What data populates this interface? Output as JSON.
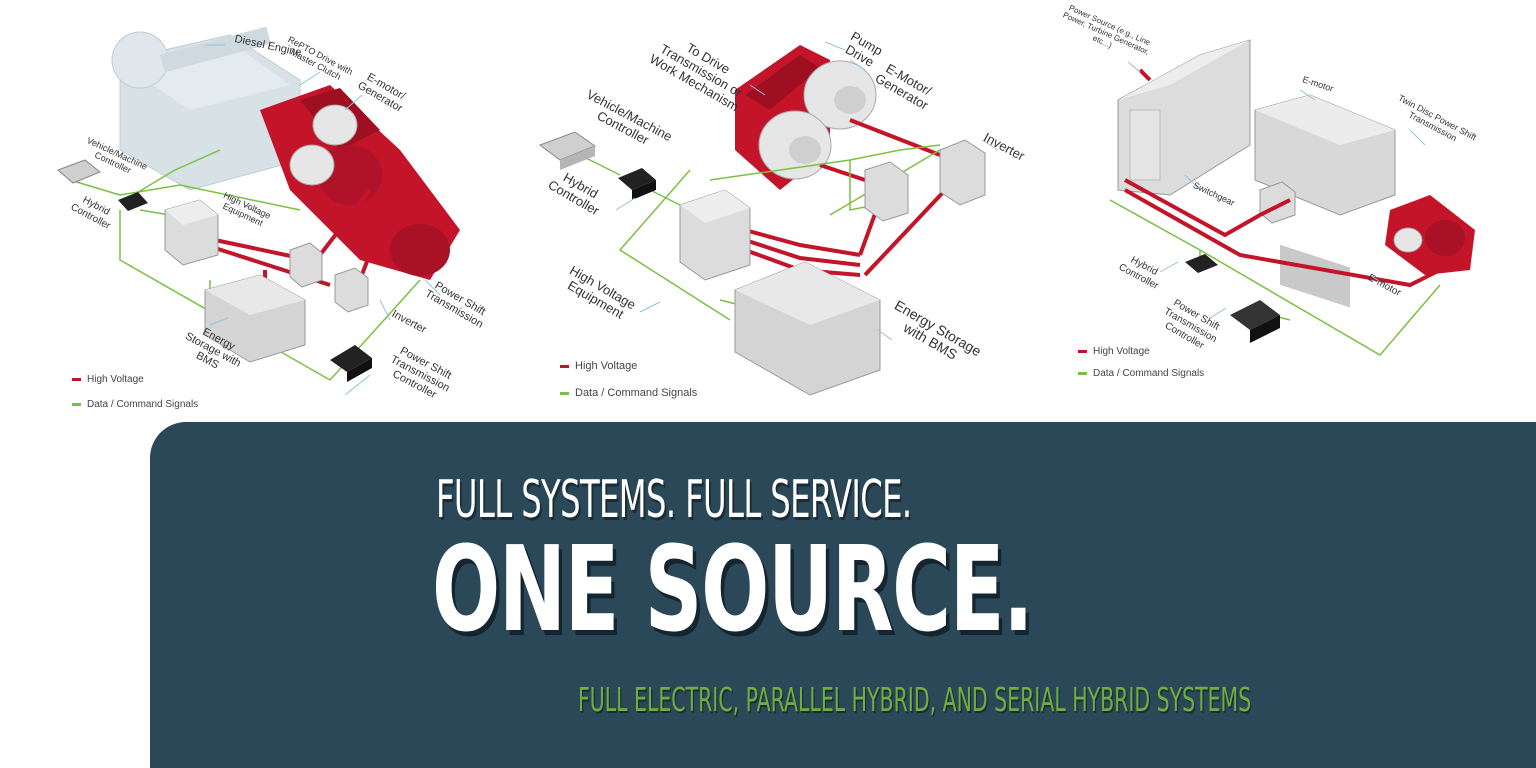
{
  "diagrams": [
    {
      "id": "full-electric-hybrid",
      "labels": {
        "diesel_engine": "Diesel Engine",
        "repto_drive": "RePTO Drive with Master Clutch",
        "emotor_generator": "E-motor/ Generator",
        "vehicle_controller": "Vehicle/Machine Controller",
        "hybrid_controller": "Hybrid Controller",
        "high_voltage_equipment": "High Voltage Equipment",
        "energy_storage": "Energy Storage with BMS",
        "inverter": "Inverter",
        "power_shift_transmission": "Power Shift Transmission",
        "pst_controller": "Power Shift Transmission Controller"
      },
      "legend": {
        "high_voltage": "High Voltage",
        "data_signals": "Data / Command Signals"
      }
    },
    {
      "id": "parallel-hybrid",
      "labels": {
        "to_drive": "To Drive Transmission or Work Mechanism",
        "pump_drive": "Pump Drive",
        "emotor_generator": "E-Motor/ Generator",
        "vehicle_controller": "Vehicle/Machine Controller",
        "hybrid_controller": "Hybrid Controller",
        "inverter": "Inverter",
        "high_voltage_equipment": "High Voltage Equipment",
        "energy_storage": "Energy Storage with BMS"
      },
      "legend": {
        "high_voltage": "High Voltage",
        "data_signals": "Data / Command Signals"
      }
    },
    {
      "id": "serial-hybrid",
      "labels": {
        "power_source": "Power Source (e.g., Line Power, Turbine Generator, etc...)",
        "emotor_top": "E-motor",
        "twin_disc": "Twin Disc Power Shift Transmission",
        "switchgear": "Switchgear",
        "hybrid_controller": "Hybrid Controller",
        "pst_controller": "Power Shift Transmission Controller",
        "emotor_bottom": "E-motor"
      },
      "legend": {
        "high_voltage": "High Voltage",
        "data_signals": "Data / Command Signals"
      }
    }
  ],
  "colors": {
    "high_voltage": "#c3142a",
    "data_signals": "#7ac143",
    "band": "#2b4859",
    "accent_green": "#6fae3f"
  },
  "banner": {
    "line1": "FULL SYSTEMS. FULL SERVICE.",
    "line2": "ONE SOURCE.",
    "line3": "FULL ELECTRIC, PARALLEL HYBRID, AND SERIAL HYBRID SYSTEMS"
  }
}
